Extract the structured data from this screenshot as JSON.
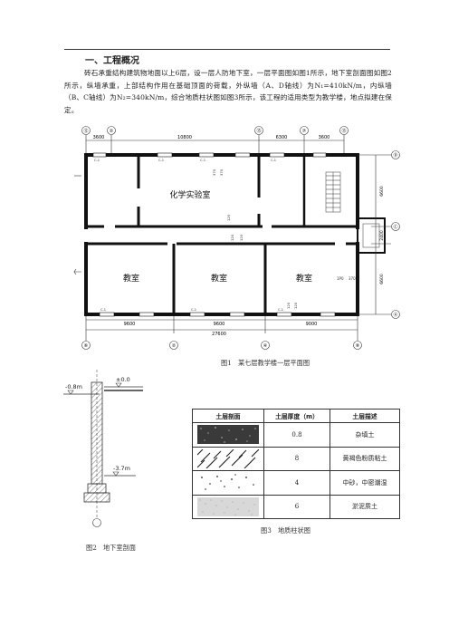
{
  "section": {
    "title": "一、工程概况",
    "paragraph": "砖石承重结构建筑物地面以上6层，设一层人防地下室，一层平面图如图1所示，地下室剖面图如图2所示，纵墙承重，上部结构作用在基础顶面的荷载，外纵墙（A、D轴线）为N₁=410kN/m，内纵墙（B、C轴线）为N₂=340kN/m，综合地质柱状图如图3所示，该工程的适用类型为教学楼，地点拟建在保定。"
  },
  "figure1": {
    "caption": "图1　某七层教学楼一层平面图",
    "top_dims": [
      "3600",
      "10800",
      "6300",
      "3600"
    ],
    "top_axes": [
      "⑫",
      "②",
      "⑮",
      "⑦",
      "⑬"
    ],
    "bottom_dims": [
      "9600",
      "9600",
      "9000"
    ],
    "total_dim": "27600",
    "bottom_axes": [
      "⑥",
      "②",
      "④",
      "⑧"
    ],
    "right_axes": [
      "Ⓓ",
      "Ⓒ",
      "Ⓑ",
      "Ⓐ"
    ],
    "right_dims": [
      "6600",
      "2400",
      "6600"
    ],
    "rooms": [
      "化学实验室",
      "教室",
      "教室",
      "教室"
    ],
    "marks": [
      "370",
      "120",
      "120",
      "120",
      "370",
      "120",
      "120"
    ],
    "window_label": "C-1",
    "right_tags": [
      "1P0",
      "370"
    ]
  },
  "figure2": {
    "caption": "图2　地下室剖面",
    "levels": [
      "±0.0",
      "-0.8m",
      "-3.7m"
    ]
  },
  "figure3": {
    "caption": "图3　地质柱状图",
    "headers": [
      "土层剖面",
      "土层厚度（m）",
      "土层描述"
    ],
    "rows": [
      {
        "thickness": "0.8",
        "desc": "杂填土"
      },
      {
        "thickness": "8",
        "desc": "黄褐色粉质粘土"
      },
      {
        "thickness": "4",
        "desc": "中砂，中密潮湿"
      },
      {
        "thickness": "6",
        "desc": "淤泥质土"
      }
    ]
  }
}
